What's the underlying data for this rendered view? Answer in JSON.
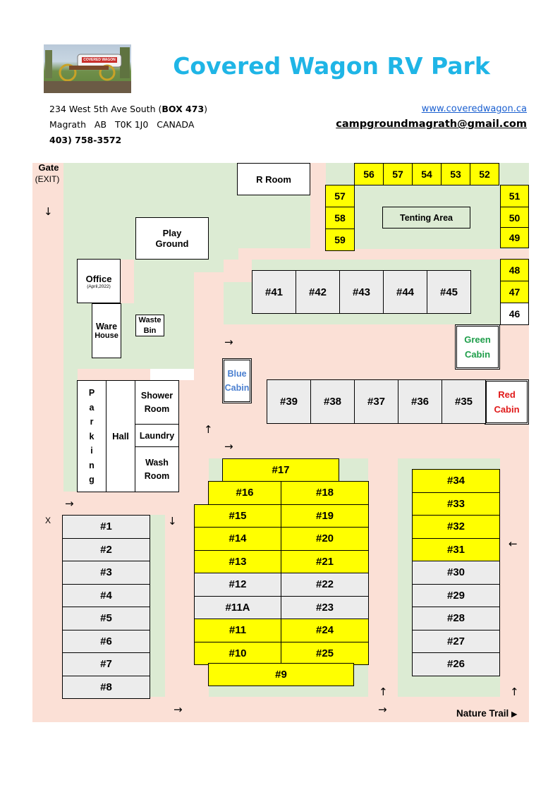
{
  "header": {
    "title": "Covered Wagon RV Park",
    "address_line1_pre": "234 West 5th Ave South (",
    "address_line1_box": "BOX 473",
    "address_line1_post": ")",
    "address_line2": "Magrath   AB   T0K 1J0   CANADA",
    "phone": "403) 758-3572",
    "website": "www.coveredwagon.ca",
    "email": "campgroundmagrath@gmail.com",
    "logo_sign": "COVERED WAGON"
  },
  "colors": {
    "title": "#1fb5e6",
    "yellow": "#ffff00",
    "grey": "#ececec",
    "pink": "#fbe0d6",
    "green": "#dcebd3",
    "link": "#1a5fd0",
    "blue_cabin": "#4a7fd0",
    "green_cabin": "#1e9e4a",
    "red_cabin": "#e01a1a"
  },
  "map": {
    "gate": "Gate",
    "gate_sub": "(EXIT)",
    "r_room": "R Room",
    "play_ground_1": "Play",
    "play_ground_2": "Ground",
    "office": "Office",
    "office_sub": "(April,2022)",
    "ware_1": "Ware",
    "ware_2": "House",
    "waste_1": "Waste",
    "waste_2": "Bin",
    "blue_cabin_1": "Blue",
    "blue_cabin_2": "Cabin",
    "green_cabin_1": "Green",
    "green_cabin_2": "Cabin",
    "red_cabin_1": "Red",
    "red_cabin_2": "Cabin",
    "tenting_area": "Tenting Area",
    "parking_letters": [
      "P",
      "a",
      "r",
      "k",
      "i",
      "n",
      "g"
    ],
    "hall": "Hall",
    "shower_1": "Shower",
    "shower_2": "Room",
    "laundry": "Laundry",
    "wash_1": "Wash",
    "wash_2": "Room",
    "nature_trail": "Nature Trail",
    "nature_arrow": "▶",
    "x_mark": "X",
    "arrows": {
      "down": "↓",
      "right": "→",
      "up": "↑",
      "left": "←"
    },
    "top_tent_sites": [
      "56",
      "57",
      "54",
      "53",
      "52"
    ],
    "left_tent_sites": [
      "57",
      "58",
      "59"
    ],
    "right_tent_sites": [
      "51",
      "50",
      "49",
      "48",
      "47",
      "46"
    ],
    "row_41_45": [
      "#41",
      "#42",
      "#43",
      "#44",
      "#45"
    ],
    "row_39_35": [
      "#39",
      "#38",
      "#37",
      "#36",
      "#35"
    ],
    "left_column": [
      "#1",
      "#2",
      "#3",
      "#4",
      "#5",
      "#6",
      "#7",
      "#8"
    ],
    "center_left": [
      "#16",
      "#15",
      "#14",
      "#13",
      "#12",
      "#11A",
      "#11",
      "#10"
    ],
    "center_right": [
      "#18",
      "#19",
      "#20",
      "#21",
      "#22",
      "#23",
      "#24",
      "#25"
    ],
    "center_left_yellow": [
      true,
      true,
      true,
      true,
      false,
      false,
      true,
      true
    ],
    "center_right_yellow": [
      true,
      true,
      true,
      true,
      false,
      false,
      true,
      true
    ],
    "site_17": "#17",
    "site_9": "#9",
    "right_column": [
      "#34",
      "#33",
      "#32",
      "#31",
      "#30",
      "#29",
      "#28",
      "#27",
      "#26"
    ],
    "right_column_yellow": [
      true,
      true,
      true,
      true,
      false,
      false,
      false,
      false,
      false
    ]
  }
}
